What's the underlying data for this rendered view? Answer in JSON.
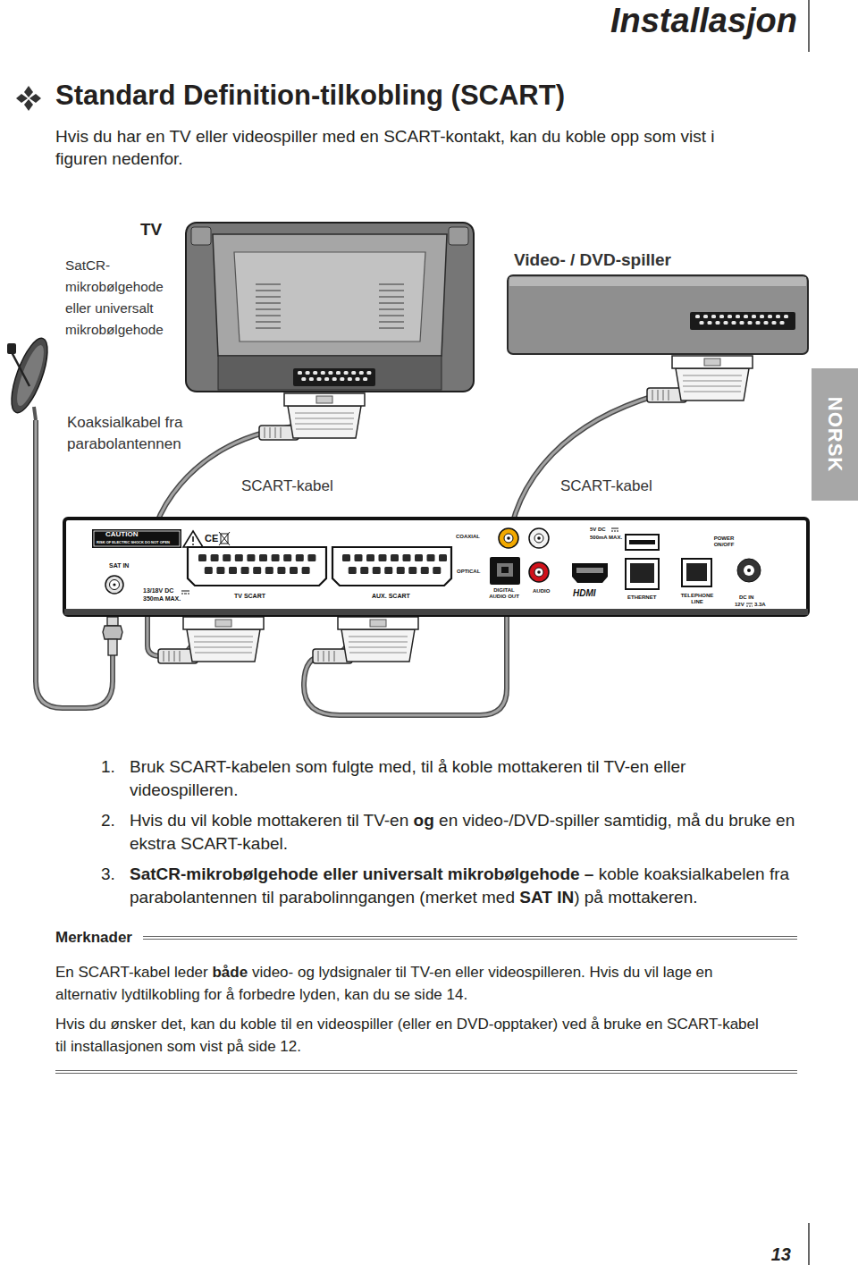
{
  "diagram": {
    "title": "Standard Definition-tilkobling (SCART)",
    "nodes": [
      {
        "text": [
          "TV"
        ]
      },
      {
        "text": [
          "SatCR- mikrobølgehode eller universalt mikrobølgehode"
        ]
      },
      {
        "text": [
          "Video- / DVD-spiller"
        ]
      },
      {
        "text": [
          "CAUTION",
          "RISK OF ELECTRIC SHOCK DO NOT OPEN",
          "CE",
          "SAT IN",
          "13/18V DC",
          "350mA MAX.",
          "TV SCART",
          "AUX. SCART",
          "COAXIAL",
          "OPTICAL",
          "DIGITAL AUDIO OUT",
          "5V DC",
          "500mA MAX.",
          "AUDIO",
          "HDMI",
          "ETHERNET",
          "POWER ON/OFF",
          "TELEPHONE LINE",
          "DC IN",
          "12V",
          "3.3A"
        ]
      }
    ],
    "edges": [
      {
        "from": 0,
        "to": 3,
        "arrow": "none",
        "label": "SCART-kabel"
      },
      {
        "from": 2,
        "to": 3,
        "arrow": "none",
        "label": "SCART-kabel"
      },
      {
        "from": 1,
        "to": 3,
        "arrow": "none",
        "label": "Koaksialkabel fra parabolantennen"
      }
    ],
    "labels": [
      "Installasjon",
      "Hvis du har en TV eller videospiller med en SCART-kontakt, kan du koble opp som vist i figuren nedenfor.",
      "NORSK",
      "1.",
      "Bruk SCART-kabelen som fulgte med, til å koble mottakeren til TV-en eller videospilleren.",
      "2.",
      "Hvis du vil koble mottakeren til TV-en",
      "og",
      "en video-/DVD-spiller samtidig, må du bruke en ekstra SCART-kabel.",
      "3.",
      "SatCR-mikrobølgehode eller universalt mikrobølgehode –",
      "koble koaksialkabelen fra parabolantennen til parabolinngangen (merket med",
      "SAT IN",
      ") på mottakeren.",
      "Merknader",
      "En SCART-kabel leder",
      "både",
      "video- og lydsignaler til TV-en eller videospilleren. Hvis du vil lage en alternativ lydtilkobling for å forbedre lyden, kan du se side 14.",
      "Hvis du ønsker det, kan du koble til en videospiller (eller en DVD-opptaker) ved å bruke en SCART-kabel til installasjonen som vist på side 12.",
      "13"
    ]
  }
}
